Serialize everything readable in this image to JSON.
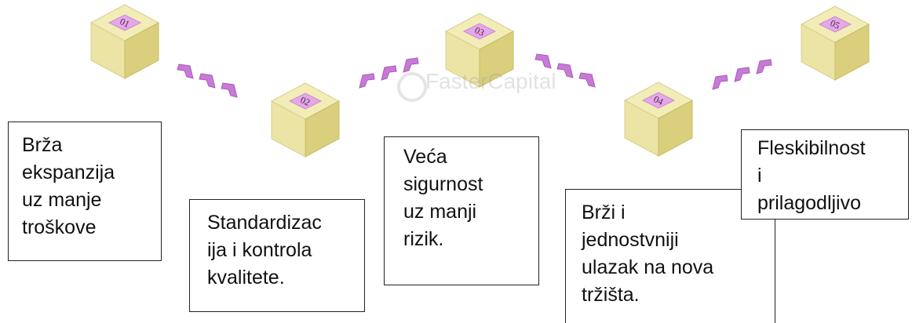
{
  "colors": {
    "cube_top": "#f2ecb6",
    "cube_left": "#ebe4a4",
    "cube_right": "#d9cf7c",
    "label_fill": "#e6a7e8",
    "label_text": "#4a2a4a",
    "chevron": "#c77ad6",
    "chevron_edge": "#a85bb8",
    "box_border": "#222222",
    "text": "#111111"
  },
  "watermark": "FasterCapital",
  "steps": [
    {
      "number": "01",
      "text": "Brža\nekspanzija\nuz manje\ntroškove"
    },
    {
      "number": "02",
      "text": "Standardizac\nija i kontrola\nkvalitete."
    },
    {
      "number": "03",
      "text": "Veća\nsigurnost\nuz manji\nrizik."
    },
    {
      "number": "04",
      "text": "Brži i\njednostvniji\nulazak na nova\ntržišta."
    },
    {
      "number": "05",
      "text": "Fleskibilnost\ni\nprilagodljivo"
    }
  ]
}
